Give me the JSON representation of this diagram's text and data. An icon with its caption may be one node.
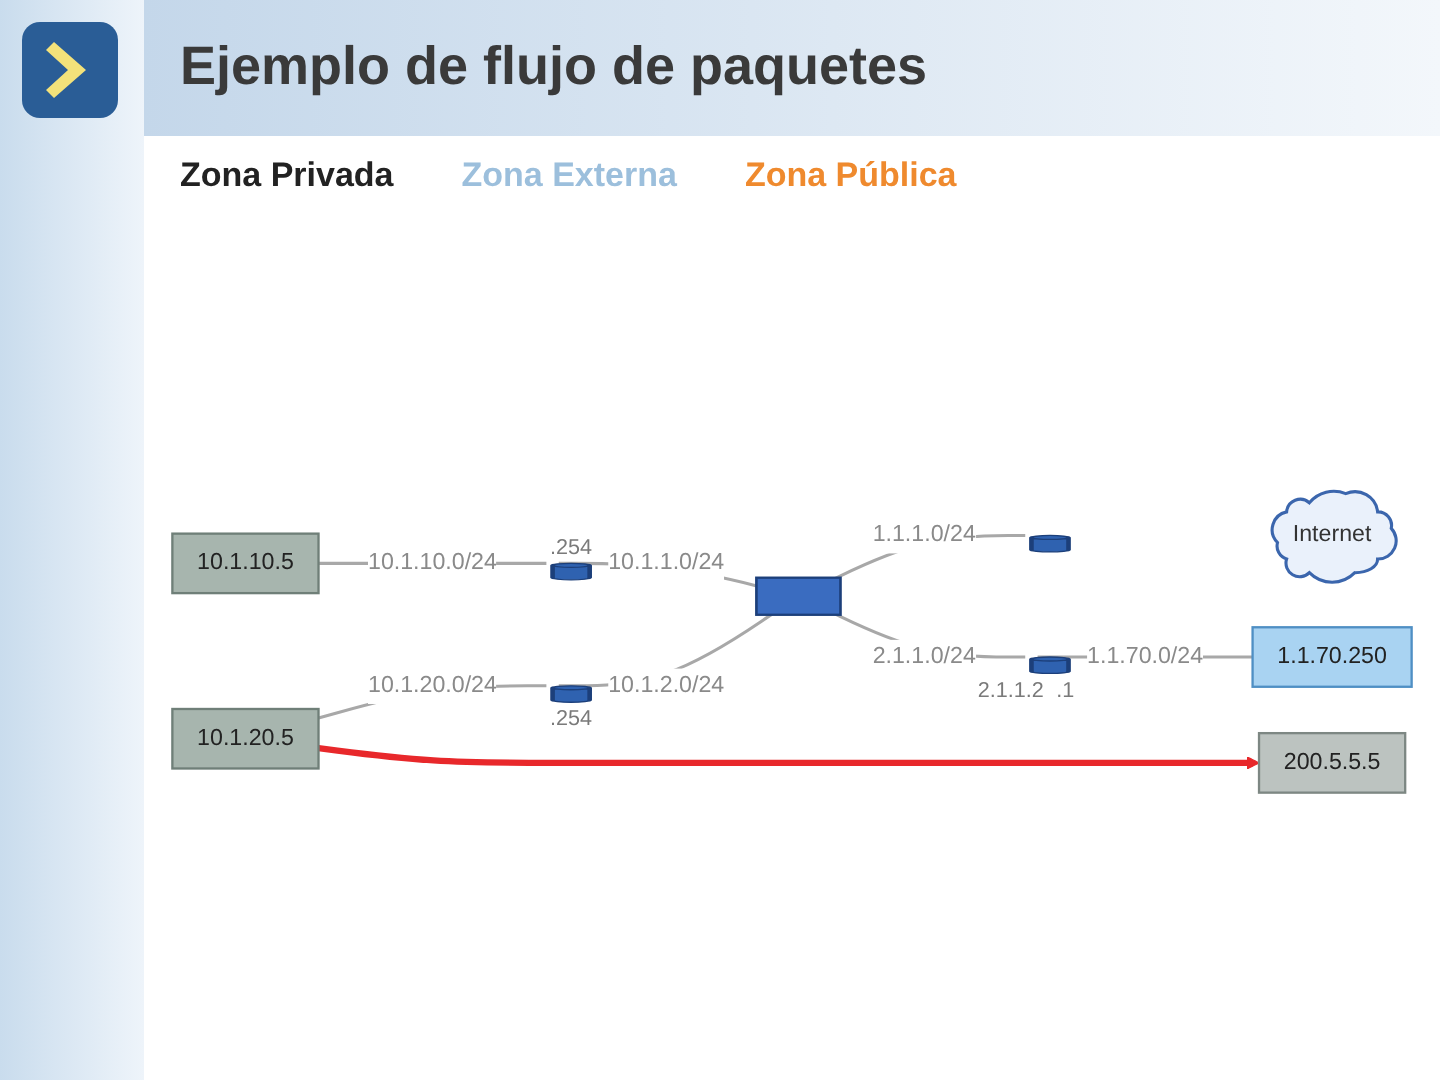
{
  "diagram": {
    "title": "Ejemplo de flujo de paquetes",
    "nodes": [
      {
        "text": [
          "10.1.10.5"
        ]
      },
      {
        "text": [],
        "shape": "cylinder",
        "beside": [
          ".254"
        ]
      },
      {
        "text": [
          "Internet"
        ]
      },
      {
        "text": [],
        "shape": "cylinder"
      },
      {
        "text": [
          "200.5.5.5"
        ]
      },
      {
        "text": [],
        "shape": "box"
      },
      {
        "text": [
          "10.1.20.5"
        ]
      },
      {
        "text": [],
        "shape": "cylinder",
        "beside": [
          ".254"
        ]
      },
      {
        "text": [],
        "shape": "cylinder",
        "beside": [
          "2.1.1.2",
          ".1"
        ]
      },
      {
        "text": [
          "1.1.70.250"
        ]
      }
    ],
    "edges": [
      {
        "from": 0,
        "to": 1,
        "arrow": "none",
        "label": "10.1.10.0/24"
      },
      {
        "from": 1,
        "to": 5,
        "arrow": "none",
        "label": "10.1.1.0/24"
      },
      {
        "from": 5,
        "to": 3,
        "arrow": "none",
        "label": "1.1.1.0/24"
      },
      {
        "from": 6,
        "to": 7,
        "arrow": "none",
        "label": "10.1.20.0/24"
      },
      {
        "from": 7,
        "to": 5,
        "arrow": "none",
        "label": "10.1.2.0/24"
      },
      {
        "from": 5,
        "to": 8,
        "arrow": "none",
        "label": "2.1.1.0/24"
      },
      {
        "from": 8,
        "to": 9,
        "arrow": "none",
        "label": "1.1.70.0/24"
      },
      {
        "from": 6,
        "to": 4,
        "arrow": "to",
        "style": "thick",
        "color": "#e8282b"
      }
    ],
    "labels": [
      "Zona Privada",
      "Zona Externa",
      "Zona Pública"
    ]
  }
}
